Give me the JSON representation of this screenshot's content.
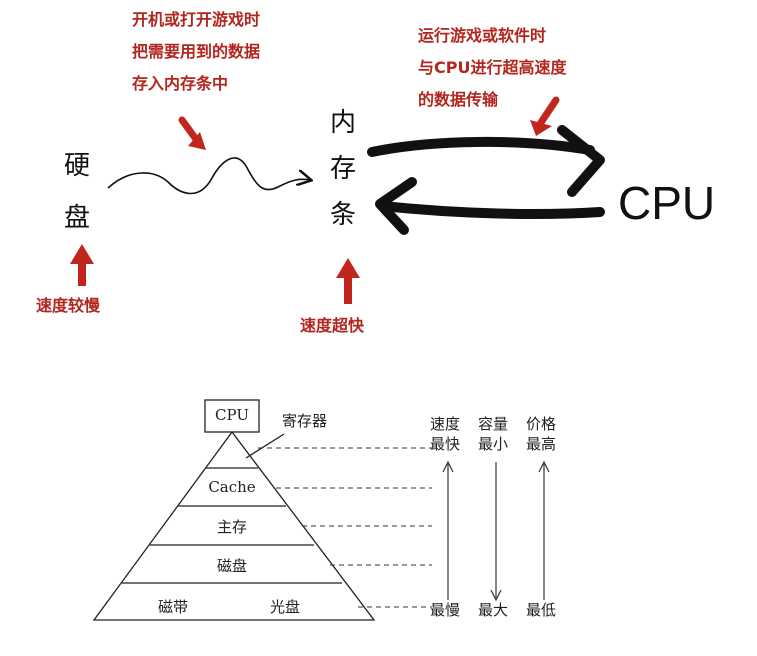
{
  "top_diagram": {
    "hard_disk": {
      "label": "硬盘",
      "note": "速度较慢"
    },
    "memory": {
      "label": "内存条",
      "note": "速度超快"
    },
    "cpu": {
      "label": "CPU"
    },
    "note_load": [
      "开机或打开游戏时",
      "把需要用到的数据",
      "存入内存条中"
    ],
    "note_transfer": [
      "运行游戏或软件时",
      "与CPU进行超高速度",
      "的数据传输"
    ],
    "colors": {
      "annotation": "#b3261e",
      "stroke": "#111111"
    }
  },
  "pyramid": {
    "cpu": "CPU",
    "register": "寄存器",
    "levels": [
      "Cache",
      "主存",
      "磁盘"
    ],
    "bottom_left": "磁带",
    "bottom_right": "光盘",
    "columns": [
      {
        "title": "速度",
        "top": "最快",
        "bottom": "最慢"
      },
      {
        "title": "容量",
        "top": "最小",
        "bottom": "最大"
      },
      {
        "title": "价格",
        "top": "最高",
        "bottom": "最低"
      }
    ]
  }
}
